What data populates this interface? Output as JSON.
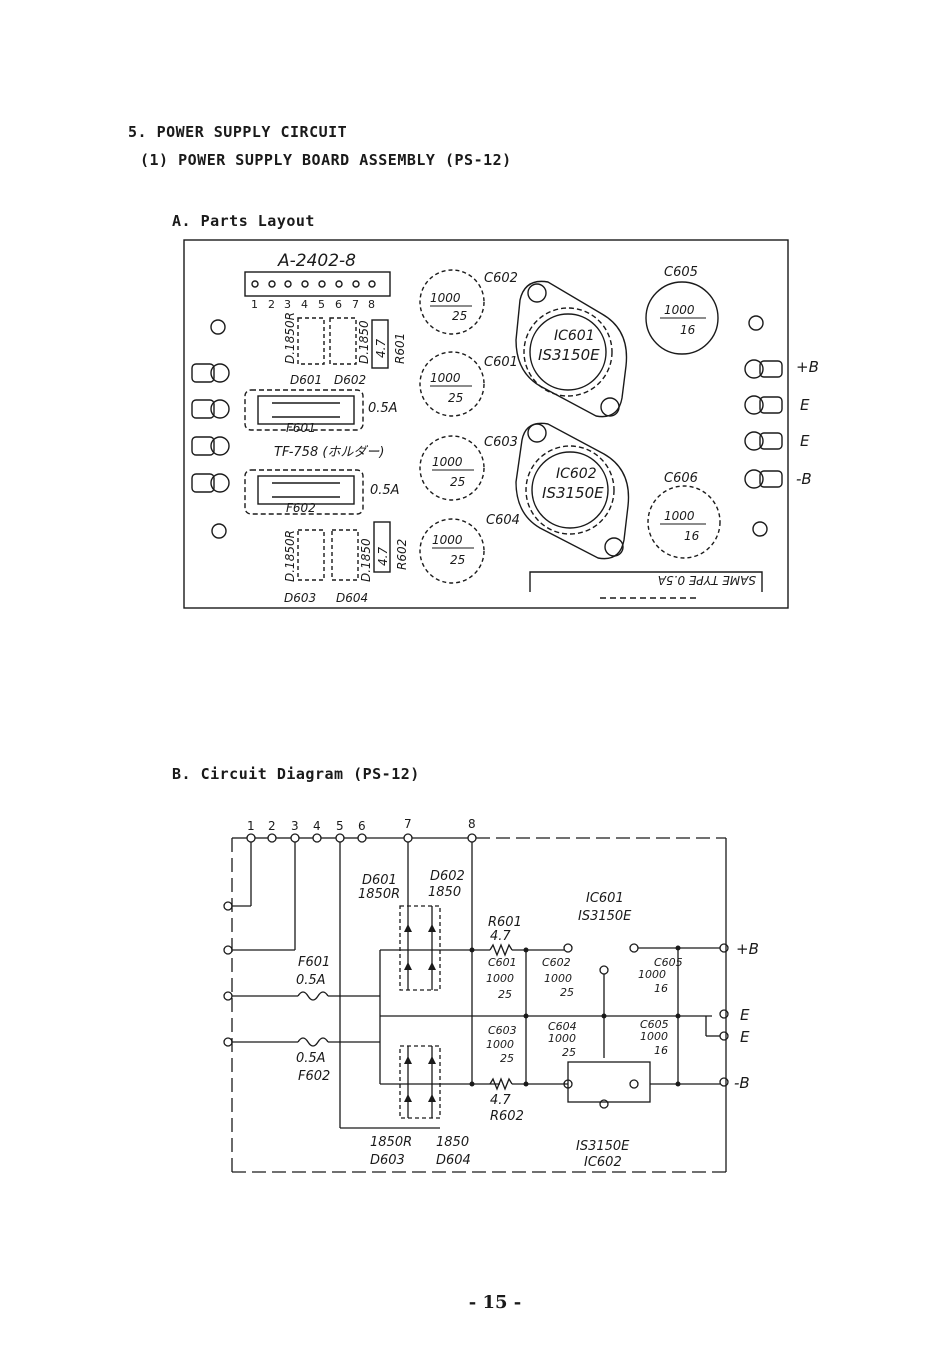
{
  "section_heading": "5. POWER SUPPLY CIRCUIT",
  "subsection_heading": "(1) POWER SUPPLY BOARD ASSEMBLY (PS-12)",
  "parts_layout": {
    "heading": "A. Parts Layout",
    "board_code": "A-2402-8",
    "connector_pins": [
      "1",
      "2",
      "3",
      "4",
      "5",
      "6",
      "7",
      "8"
    ],
    "diodes_top": {
      "part": "D.1850R",
      "part2": "D.1850",
      "label1": "D601",
      "label2": "D602"
    },
    "diodes_bottom": {
      "part": "D.1850R",
      "part2": "D.1850",
      "label1": "D603",
      "label2": "D604"
    },
    "resistor_top": {
      "value": "4.7",
      "label": "R601"
    },
    "resistor_bottom": {
      "value": "4.7",
      "label": "R602"
    },
    "fuse1": {
      "value": "0.5A",
      "label": "F601"
    },
    "fuse2": {
      "value": "0.5A",
      "label": "F602"
    },
    "fuse_holder": "TF-758 (ホルダー)",
    "caps": [
      {
        "label": "C602",
        "value": "1000",
        "rating": "25"
      },
      {
        "label": "C601",
        "value": "1000",
        "rating": "25"
      },
      {
        "label": "C603",
        "value": "1000",
        "rating": "25"
      },
      {
        "label": "C604",
        "value": "1000",
        "rating": "25"
      },
      {
        "label": "C605",
        "value": "1000",
        "rating": "16"
      },
      {
        "label": "C606",
        "value": "1000",
        "rating": "16"
      }
    ],
    "ic1": {
      "label": "IC601",
      "part": "IS3150E"
    },
    "ic2": {
      "label": "IC602",
      "part": "IS3150E"
    },
    "fuse_note": "SAME TYPE 0.5A",
    "terminals": [
      "+B",
      "E",
      "E",
      "-B"
    ]
  },
  "circuit_diagram": {
    "heading": "B. Circuit Diagram (PS-12)",
    "pins": [
      "1",
      "2",
      "3",
      "4",
      "5",
      "6",
      "7",
      "8"
    ],
    "d601": {
      "label": "D601",
      "part": "1850R"
    },
    "d602": {
      "label": "D602",
      "part": "1850"
    },
    "d603": {
      "label": "D603",
      "part": "1850R"
    },
    "d604": {
      "label": "D604",
      "part": "1850"
    },
    "f601": {
      "label": "F601",
      "value": "0.5A"
    },
    "f602": {
      "label": "F602",
      "value": "0.5A"
    },
    "r601": {
      "label": "R601",
      "value": "4.7"
    },
    "r602": {
      "label": "R602",
      "value": "4.7"
    },
    "ic601": {
      "label": "IC601",
      "part": "IS3150E"
    },
    "ic602": {
      "label": "IC602",
      "part": "IS3150E"
    },
    "c601": {
      "label": "C601",
      "value": "1000",
      "rating": "25"
    },
    "c602": {
      "label": "C602",
      "value": "1000",
      "rating": "25"
    },
    "c603": {
      "label": "C603",
      "value": "1000",
      "rating": "25"
    },
    "c604": {
      "label": "C604",
      "value": "1000",
      "rating": "25"
    },
    "c605": {
      "label": "C605",
      "value": "1000",
      "rating": "16"
    },
    "c606": {
      "label": "C605",
      "value": "1000",
      "rating": "16"
    },
    "outputs": [
      "+B",
      "E",
      "E",
      "-B"
    ]
  },
  "page_number": "- 15 -"
}
